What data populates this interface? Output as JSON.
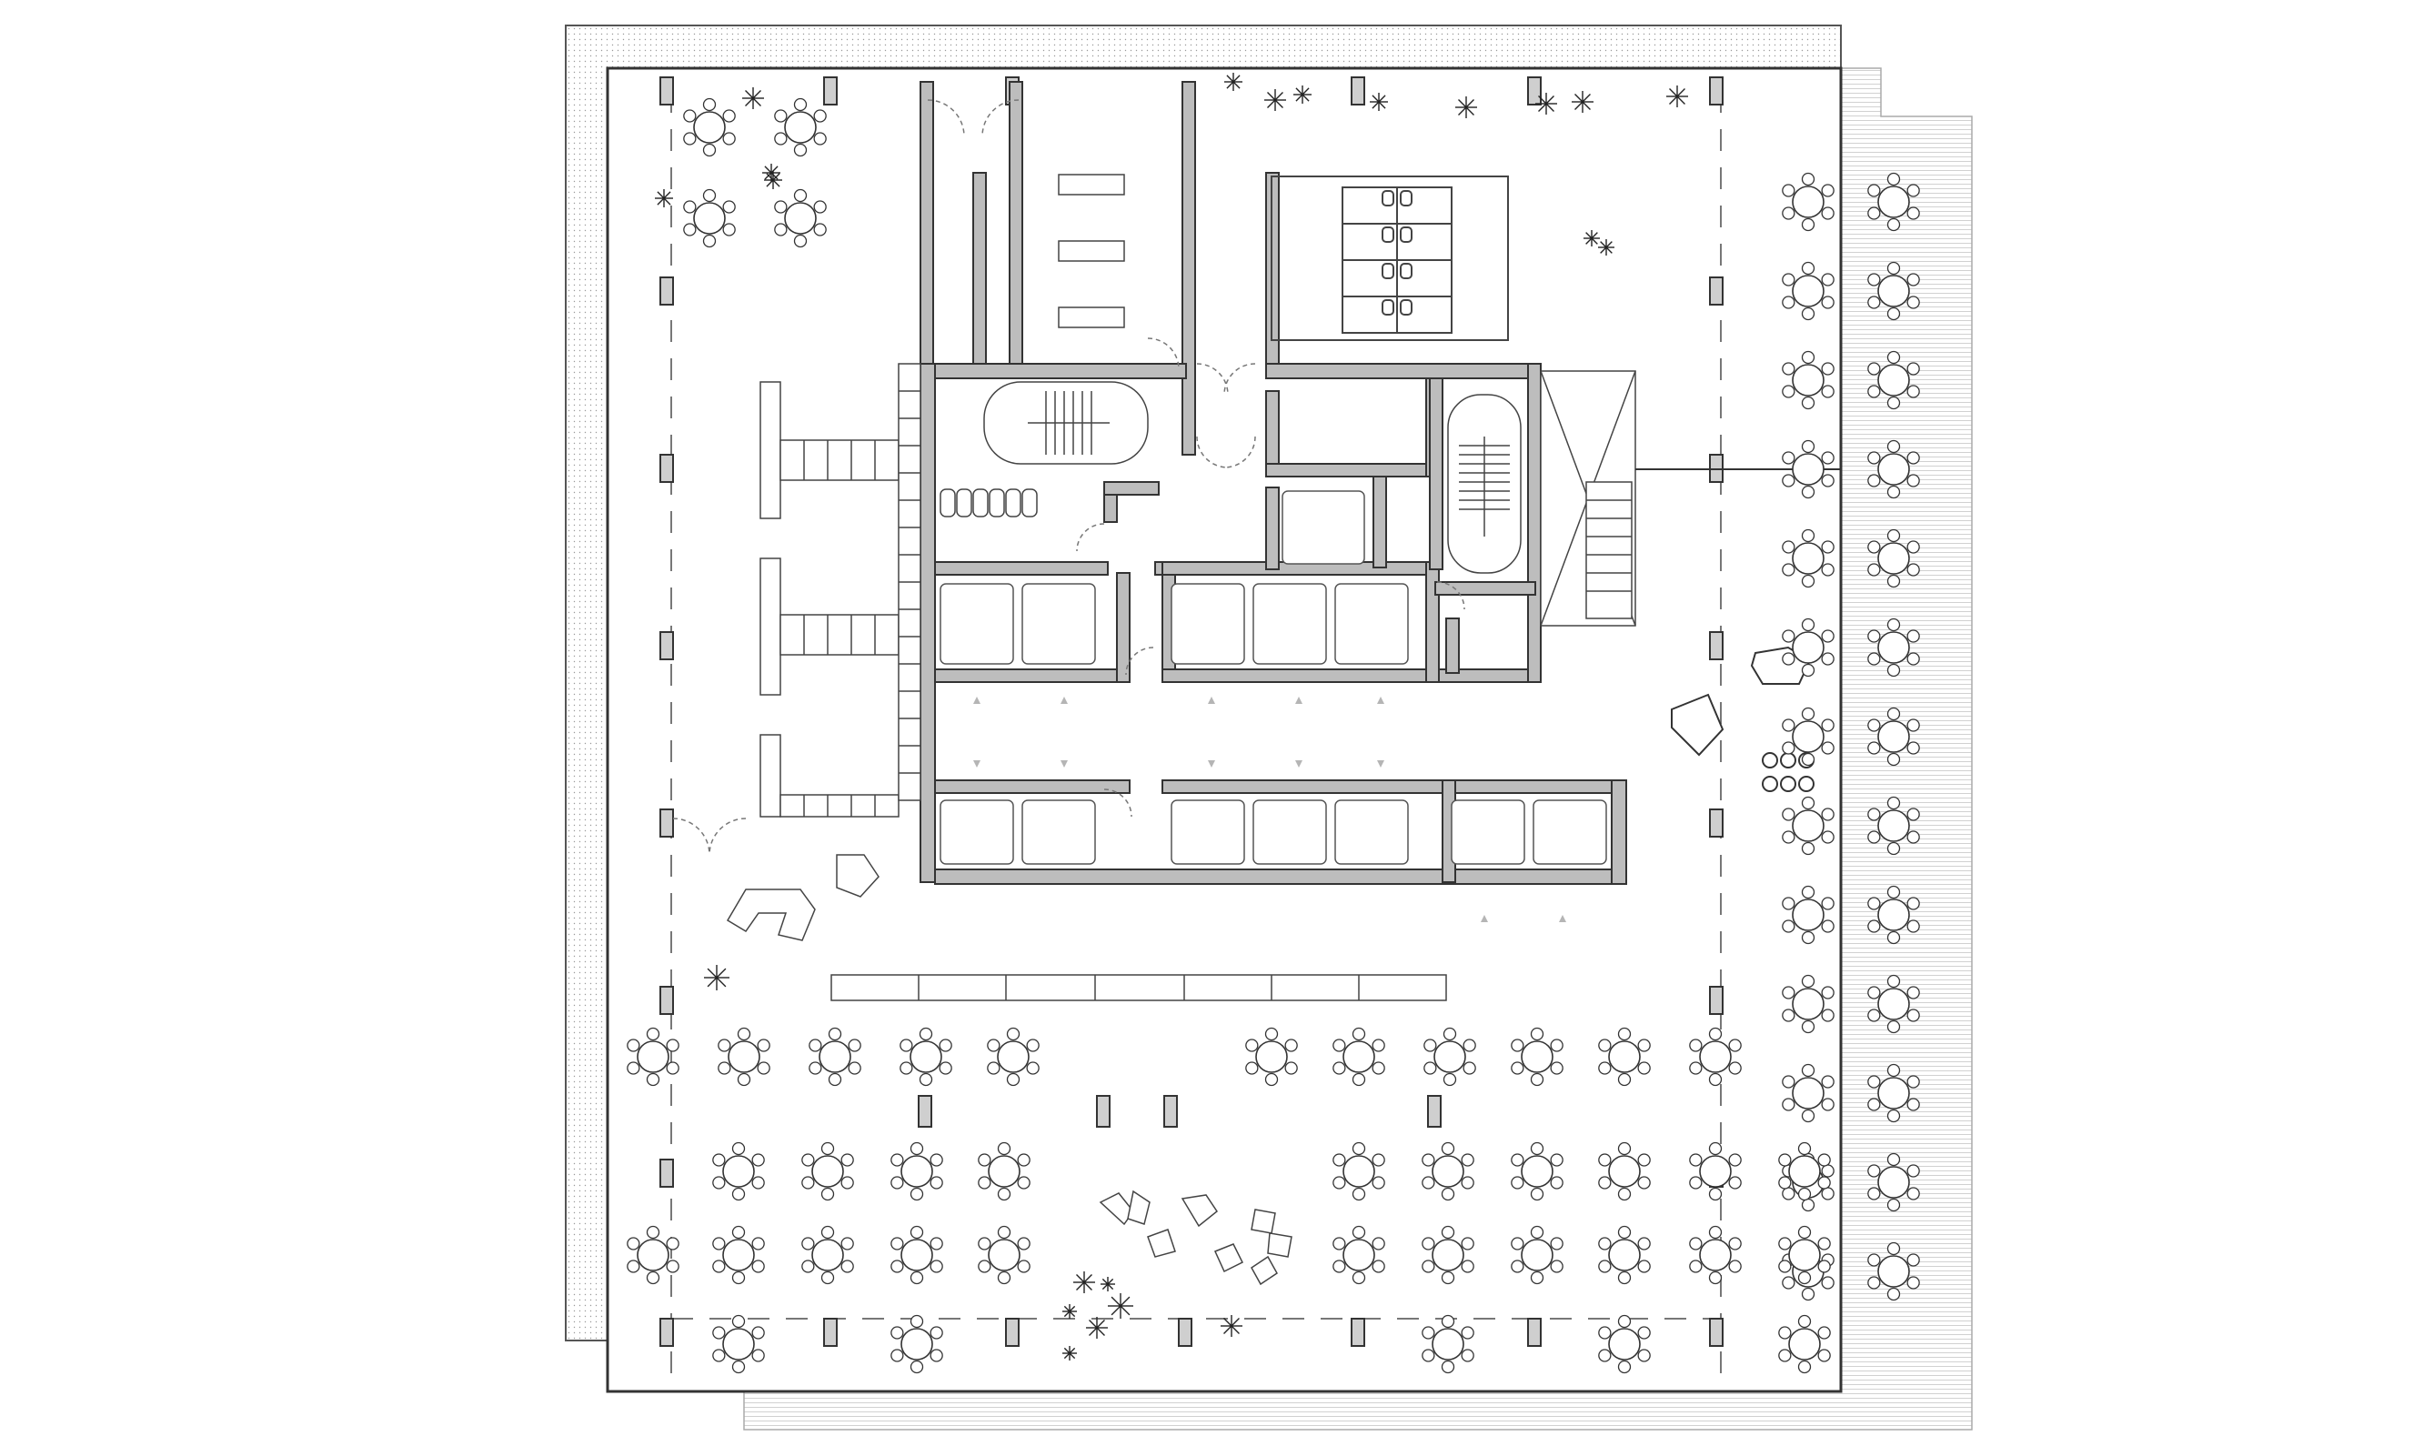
{
  "drawing": {
    "kind": "architectural floor plan",
    "colors": {
      "background": "#ffffff",
      "line": "#3a3a3a",
      "wall_fill": "#bdbdbd",
      "light_line": "#9a9a9a"
    },
    "symbols": {
      "table": "round-table-with-chairs",
      "plant": "plant-icon",
      "column": "column",
      "stair": "stair",
      "elevator": "elevator-car",
      "door": "door-swing",
      "toilet": "toilet-stall",
      "piano": "piano-icon"
    }
  }
}
